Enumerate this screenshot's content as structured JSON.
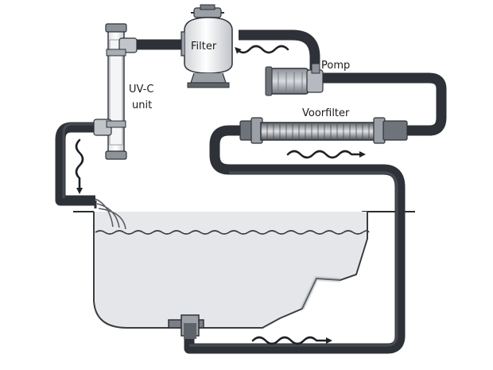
{
  "labels": {
    "filter": "Filter",
    "pomp": "Pomp",
    "uvc_line1": "UV-C",
    "uvc_line2": "unit",
    "voorfilter": "Voorfilter"
  },
  "colors": {
    "pipe": "#2e3238",
    "water": "#e6e8ea",
    "outline": "#3a3d42",
    "background": "#ffffff"
  },
  "icons": {
    "flow": "wavy-arrow-icon"
  }
}
